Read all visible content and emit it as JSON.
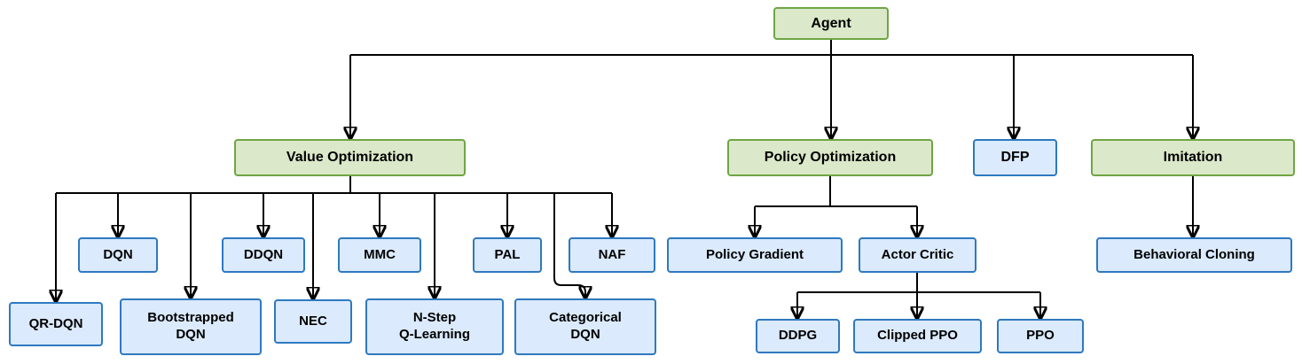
{
  "diagram": {
    "type": "hierarchy-tree",
    "nodes": {
      "agent": "Agent",
      "value_optimization": "Value Optimization",
      "policy_optimization": "Policy Optimization",
      "dfp": "DFP",
      "imitation": "Imitation",
      "dqn": "DQN",
      "ddqn": "DDQN",
      "mmc": "MMC",
      "pal": "PAL",
      "naf": "NAF",
      "qr_dqn": "QR-DQN",
      "bootstrapped_dqn": "Bootstrapped\nDQN",
      "nec": "NEC",
      "n_step_q_learning": "N-Step\nQ-Learning",
      "categorical_dqn": "Categorical\nDQN",
      "policy_gradient": "Policy Gradient",
      "actor_critic": "Actor Critic",
      "behavioral_cloning": "Behavioral Cloning",
      "ddpg": "DDPG",
      "clipped_ppo": "Clipped PPO",
      "ppo": "PPO"
    },
    "edges": [
      [
        "agent",
        "value_optimization"
      ],
      [
        "agent",
        "policy_optimization"
      ],
      [
        "agent",
        "dfp"
      ],
      [
        "agent",
        "imitation"
      ],
      [
        "value_optimization",
        "qr_dqn"
      ],
      [
        "value_optimization",
        "dqn"
      ],
      [
        "value_optimization",
        "bootstrapped_dqn"
      ],
      [
        "value_optimization",
        "ddqn"
      ],
      [
        "value_optimization",
        "nec"
      ],
      [
        "value_optimization",
        "mmc"
      ],
      [
        "value_optimization",
        "n_step_q_learning"
      ],
      [
        "value_optimization",
        "pal"
      ],
      [
        "value_optimization",
        "categorical_dqn"
      ],
      [
        "value_optimization",
        "naf"
      ],
      [
        "policy_optimization",
        "policy_gradient"
      ],
      [
        "policy_optimization",
        "actor_critic"
      ],
      [
        "actor_critic",
        "ddpg"
      ],
      [
        "actor_critic",
        "clipped_ppo"
      ],
      [
        "actor_critic",
        "ppo"
      ],
      [
        "imitation",
        "behavioral_cloning"
      ]
    ],
    "colors": {
      "category_fill": "#dbe8c9",
      "category_border": "#6fa544",
      "algorithm_fill": "#dbeafc",
      "algorithm_border": "#2e79c0",
      "connector": "#000000"
    }
  }
}
